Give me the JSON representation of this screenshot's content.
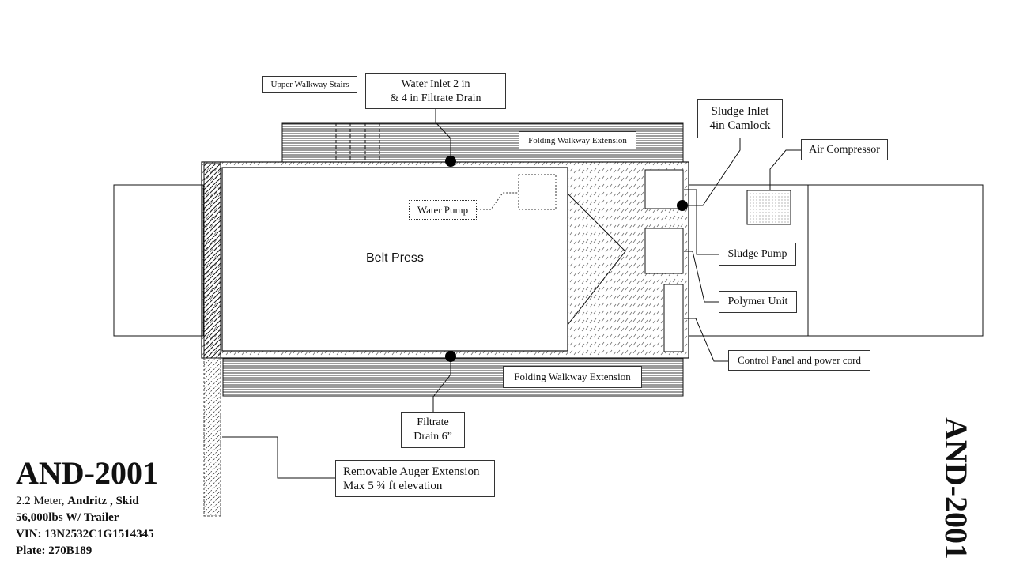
{
  "diagram": {
    "center_label": "Belt Press"
  },
  "labels": {
    "upper_walkway_stairs": "Upper Walkway Stairs",
    "water_inlet_line1": "Water Inlet 2 in",
    "water_inlet_line2": "& 4 in Filtrate Drain",
    "sludge_inlet_line1": "Sludge Inlet",
    "sludge_inlet_line2": "4in Camlock",
    "air_compressor": "Air Compressor",
    "folding_walkway_top": "Folding Walkway Extension",
    "water_pump": "Water Pump",
    "sludge_pump": "Sludge Pump",
    "polymer_unit": "Polymer Unit",
    "control_panel": "Control Panel and power cord",
    "folding_walkway_bottom": "Folding Walkway Extension",
    "filtrate_drain_line1": "Filtrate",
    "filtrate_drain_line2": "Drain 6”",
    "auger_line1": "Removable Auger Extension",
    "auger_line2": "Max 5 ¾ ft elevation"
  },
  "title_block": {
    "model": "AND-2001",
    "size": "2.2 Meter,",
    "make": "Andritz , Skid",
    "weight": "56,000lbs W/ Trailer",
    "vin": "VIN: 13N2532C1G1514345",
    "plate": "Plate: 270B189"
  },
  "side_title": "AND-2001",
  "colors": {
    "line": "#000000",
    "background": "#ffffff"
  }
}
